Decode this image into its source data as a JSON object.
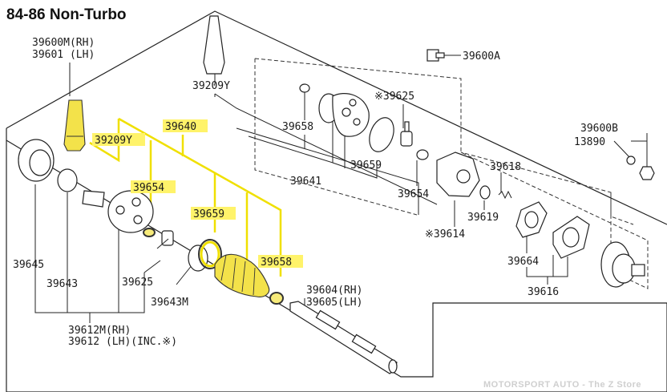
{
  "title": "84-86 Non-Turbo",
  "footer": "MOTORSPORT AUTO - The Z Store",
  "labels": {
    "l39600m_rh": "39600M(RH)",
    "l39601_lh": "39601  (LH)",
    "l39209y_top": "39209Y",
    "l39209y_hl": "39209Y",
    "l39640": "39640",
    "l39654_hl": "39654",
    "l39659_hl": "39659",
    "l39658_hl": "39658",
    "l39645": "39645",
    "l39643": "39643",
    "l39625": "39625",
    "l39643m": "39643M",
    "l39612m_rh": "39612M(RH)",
    "l39612_lh": "39612  (LH)(INC.※)",
    "l39604_rh": "39604(RH)",
    "l39605_lh": "39605(LH)",
    "l39658_top": "39658",
    "l39641": "39641",
    "l39659_top": "39659",
    "l39654_top": "39654",
    "l39625_star": "※39625",
    "l39614_star": "※39614",
    "l39619": "39619",
    "l39618": "39618",
    "l39664": "39664",
    "l39616": "39616",
    "l39600a": "39600A",
    "l39600b": "39600B",
    "l13890": "13890"
  },
  "colors": {
    "highlight": "#fff36a",
    "highlight_line": "#f0e000",
    "line": "#222222"
  }
}
